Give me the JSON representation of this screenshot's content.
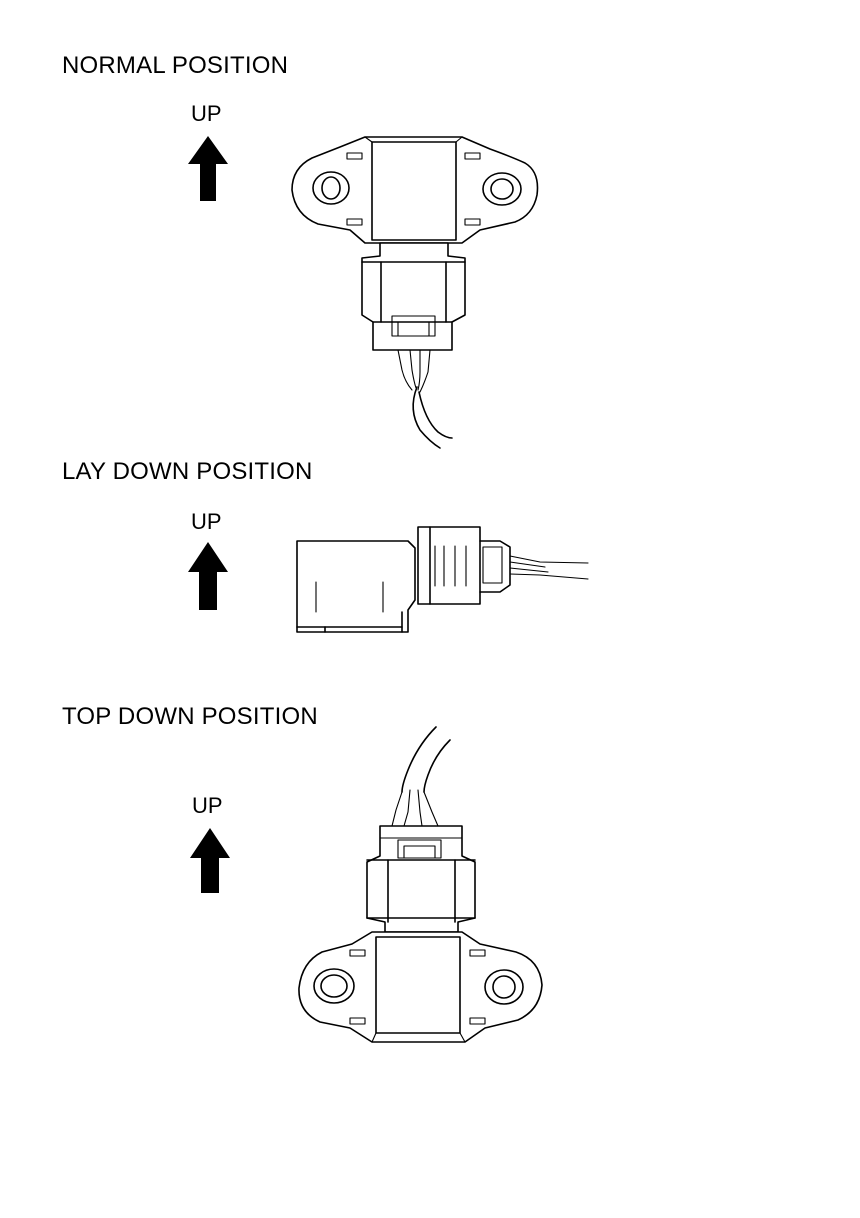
{
  "sections": [
    {
      "title": "NORMAL POSITION",
      "up_label": "UP"
    },
    {
      "title": "LAY DOWN POSITION",
      "up_label": "UP"
    },
    {
      "title": "TOP DOWN POSITION",
      "up_label": "UP"
    }
  ],
  "icons": {
    "up_arrow": "up-arrow-icon",
    "sensor": "sensor-icon"
  },
  "colors": {
    "line": "#000000",
    "background": "#ffffff"
  }
}
